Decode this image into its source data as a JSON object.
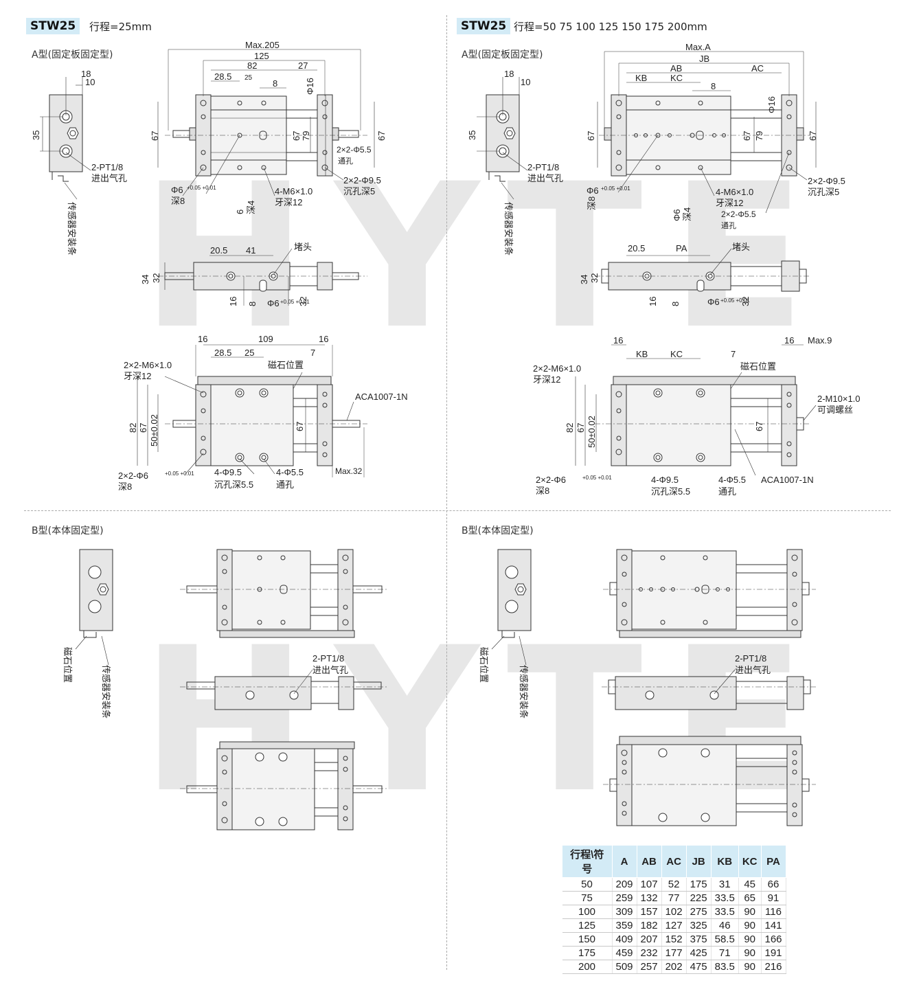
{
  "left": {
    "model": "STW25",
    "stroke": "行程=25mm",
    "a_type": "A型(固定板固定型)",
    "b_type": "B型(本体固定型)"
  },
  "right": {
    "model": "STW25",
    "stroke": "行程=50  75  100  125  150  175  200mm",
    "a_type": "A型(固定板固定型)",
    "b_type": "B型(本体固定型)"
  },
  "watermark": "HYTE",
  "labels": {
    "max205": "Max.205",
    "d125": "125",
    "d82": "82",
    "d285": "28.5",
    "d25": "25",
    "d8": "8",
    "d27": "27",
    "phi16": "Φ16",
    "d67": "67",
    "d79": "79",
    "d18": "18",
    "d10": "10",
    "d35": "35",
    "pt18": "2-PT1/8",
    "inout": "进出气孔",
    "sensor": "传感器安装条",
    "hole55": "2×2-Φ5.5",
    "through": "通孔",
    "hole95": "2×2-Φ9.5",
    "cb5": "沉孔深5",
    "phi6": "Φ6",
    "tol": "+0.05 +0.01",
    "deep8": "深8",
    "d6": "6",
    "deep4": "深4",
    "m6": "4-M6×1.0",
    "tooth12": "牙深12",
    "d205": "20.5",
    "d41": "41",
    "plug": "堵头",
    "d34": "34",
    "d32": "32",
    "d16": "16",
    "d109": "109",
    "d7": "7",
    "m6b": "2×2-M6×1.0",
    "magnet": "磁石位置",
    "aca": "ACA1007-1N",
    "d5002": "50±0.02",
    "d82v": "82",
    "phi6b": "2×2-Φ6",
    "h95": "4-Φ9.5",
    "cb55": "沉孔深5.5",
    "h55": "4-Φ5.5",
    "max32": "Max.32",
    "maxA": "Max.A",
    "JB": "JB",
    "AB": "AB",
    "AC": "AC",
    "KB": "KB",
    "KC": "KC",
    "PA": "PA",
    "max9": "Max.9",
    "m10": "2-M10×1.0",
    "adj": "可调螺丝",
    "hole55b": "2×2-Φ5.5"
  },
  "table": {
    "headers": [
      "行程\\符号",
      "A",
      "AB",
      "AC",
      "JB",
      "KB",
      "KC",
      "PA"
    ],
    "rows": [
      [
        "50",
        "209",
        "107",
        "52",
        "175",
        "31",
        "45",
        "66"
      ],
      [
        "75",
        "259",
        "132",
        "77",
        "225",
        "33.5",
        "65",
        "91"
      ],
      [
        "100",
        "309",
        "157",
        "102",
        "275",
        "33.5",
        "90",
        "116"
      ],
      [
        "125",
        "359",
        "182",
        "127",
        "325",
        "46",
        "90",
        "141"
      ],
      [
        "150",
        "409",
        "207",
        "152",
        "375",
        "58.5",
        "90",
        "166"
      ],
      [
        "175",
        "459",
        "232",
        "177",
        "425",
        "71",
        "90",
        "191"
      ],
      [
        "200",
        "509",
        "257",
        "202",
        "475",
        "83.5",
        "90",
        "216"
      ]
    ]
  }
}
